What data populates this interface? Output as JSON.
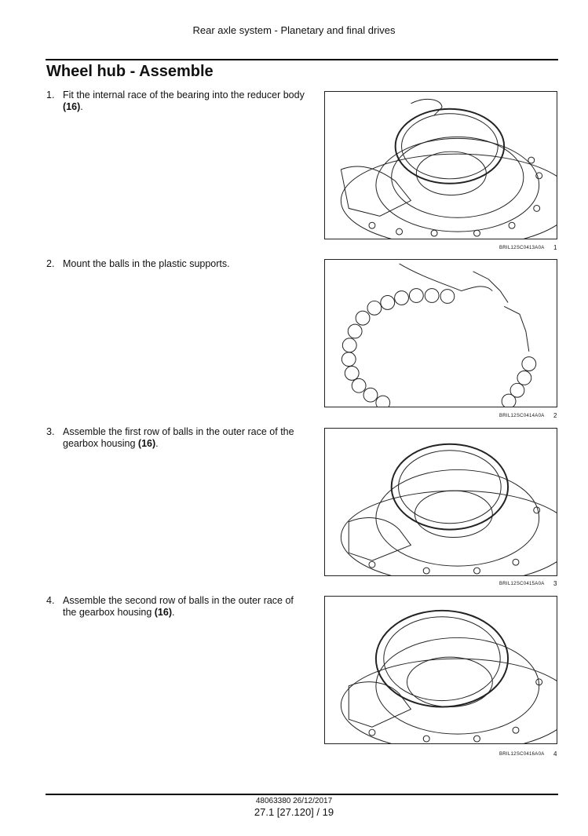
{
  "header": {
    "title": "Rear axle system - Planetary and final drives"
  },
  "section": {
    "title": "Wheel hub - Assemble"
  },
  "steps": [
    {
      "num": "1.",
      "text": "Fit the internal race of the bearing into the reducer body",
      "ref": "(16)",
      "suffix": ".",
      "figure_code": "BRIL12SC0413A0A",
      "figure_num": "1"
    },
    {
      "num": "2.",
      "text": "Mount the balls in the plastic supports.",
      "ref": "",
      "suffix": "",
      "figure_code": "BRIL12SC0414A0A",
      "figure_num": "2"
    },
    {
      "num": "3.",
      "text": "Assemble the first row of balls in the outer race of the gearbox housing",
      "ref": "(16)",
      "suffix": ".",
      "figure_code": "BRIL12SC0415A0A",
      "figure_num": "3"
    },
    {
      "num": "4.",
      "text": "Assemble the second row of balls in the outer race of the gearbox housing",
      "ref": "(16)",
      "suffix": ".",
      "figure_code": "BRIL12SC0416A0A",
      "figure_num": "4"
    }
  ],
  "footer": {
    "doc": "48063380 26/12/2017",
    "page": "27.1 [27.120] / 19"
  }
}
